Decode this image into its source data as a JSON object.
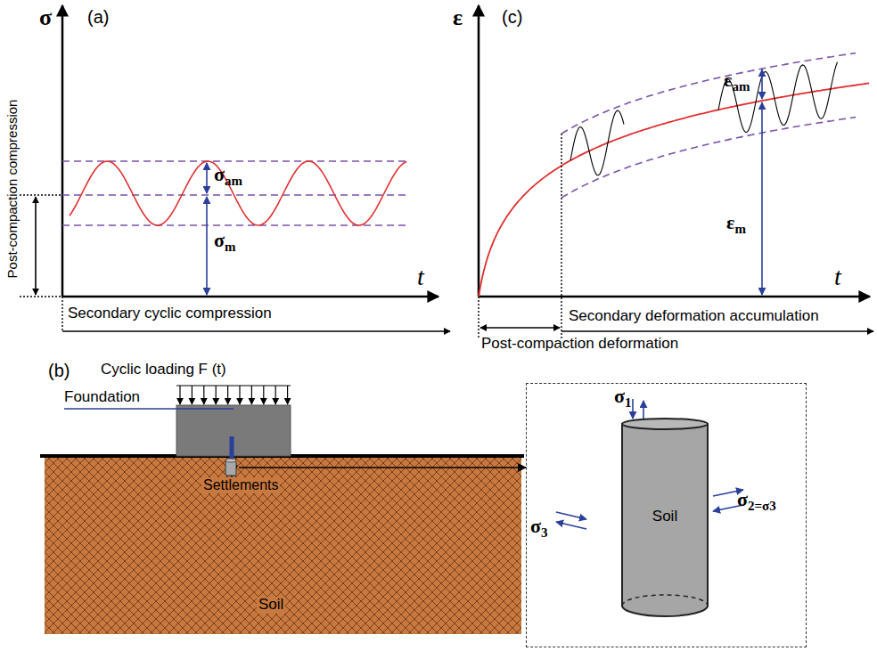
{
  "diagram": {
    "nodes": [
      {
        "text": [
          "Soil"
        ]
      },
      {
        "text": [
          "σ1",
          "σ3",
          "σ2=σ3"
        ]
      },
      {
        "text": [
          "Soil"
        ],
        "in": 1
      }
    ],
    "edges": [
      {
        "from": 0,
        "to": 1,
        "arrow": "to"
      }
    ],
    "labels": [
      "σ",
      "(a)",
      "Post-compaction compression",
      "σam",
      "σm",
      "t",
      "Secondary cyclic compression",
      "ε",
      "(c)",
      "εam",
      "εm",
      "t",
      "Secondary deformation accumulation",
      "Post-compaction deformation",
      "(b)",
      "Cyclic loading F (t)",
      "Foundation",
      "Settlements"
    ]
  }
}
